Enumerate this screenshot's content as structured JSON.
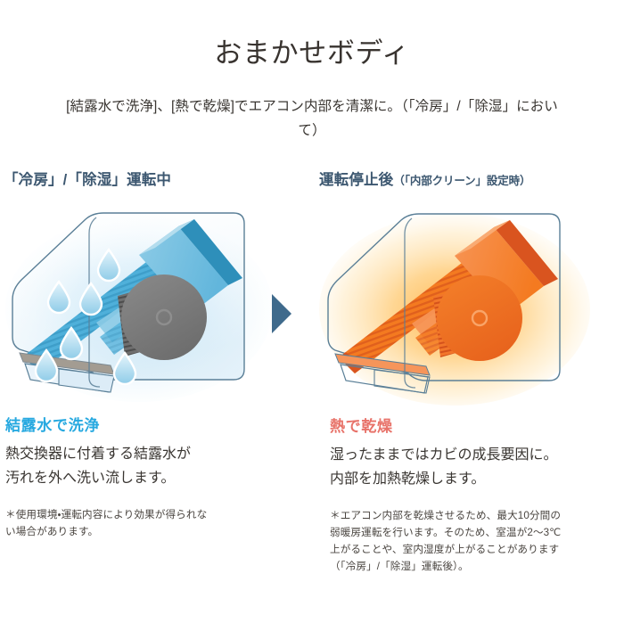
{
  "header": {
    "title": "おまかせボディ",
    "subtitle": "[結露水で洗浄]、[熱で乾燥]でエアコン内部を清潔に。（「冷房」/「除湿」におい",
    "subtitle_line2": "て）"
  },
  "arrow": {
    "icon": "triangle-right-icon",
    "color": "#3f6a8c"
  },
  "panels": {
    "left": {
      "section_heading": "「冷房」/「除湿」運転中",
      "figure": {
        "name": "air-conditioner-cooling-illustration",
        "alt": "冷房運転中のエアコン内部（結露水の水滴）",
        "glow_color": "#cde9f7",
        "fin_color": "#4fb0da",
        "fin_dark_color": "#2e8fba",
        "fin_light_color": "#8ccbe6",
        "fan_color": "#7c7c7c",
        "droplet_color": "#bfe4f5"
      },
      "caption_heading": "結露水で洗浄",
      "caption_heading_color": "#27a9e0",
      "caption_body": [
        "熱交換器に付着する結露水が",
        "汚れを外へ洗い流します。"
      ],
      "note": [
        "＊使用環境・運転内容により効果が得られな",
        "い場合があります。"
      ]
    },
    "right": {
      "section_heading": "運転停止後",
      "section_heading_sub": "（「内部クリーン」設定時）",
      "figure": {
        "name": "air-conditioner-drying-illustration",
        "alt": "運転停止後のエアコン内部（加熱乾燥）",
        "glow_color": "#ffd89a",
        "fin_color": "#f47a20",
        "fin_dark_color": "#d9541f",
        "fin_light_color": "#f79455",
        "fan_color": "#ef6c1e"
      },
      "caption_heading": "熱で乾燥",
      "caption_heading_color": "#e8736a",
      "caption_body": [
        "湿ったままではカビの成長要因に。",
        "内部を加熱乾燥します。"
      ],
      "note": [
        "＊エアコン内部を乾燥させるため、最大10分間の",
        "弱暖房運転を行います。そのため、室温が2〜3℃",
        "上がることや、室内湿度が上がることがあります",
        "（「冷房」/「除湿」運転後）。"
      ]
    }
  }
}
